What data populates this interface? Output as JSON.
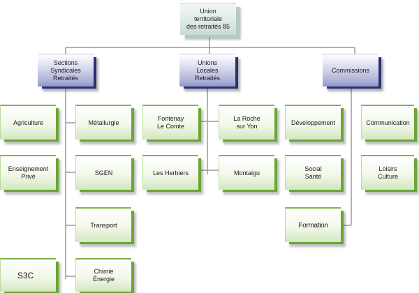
{
  "nodes": {
    "root": "Union\nterritoriale\ndes retraités 85",
    "sections": "Sections\nSyndicales\nRetraités",
    "unions": "Unions\nLocales\nRetraités",
    "commissions": "Commissions",
    "agriculture": "Agriculture",
    "metallurgie": "Métallurgie",
    "enseignement": "Enseignement\nPrivé",
    "sgen": "SGEN",
    "transport": "Transport",
    "s3c": "S3C",
    "chimie": "Chimie\nÉnergie",
    "fontenay": "Fontenay\nLe Comte",
    "laroche": "La Roche\nsur Yon",
    "herbiers": "Les Herbiers",
    "montaigu": "Montaigu",
    "developpement": "Développement",
    "communication": "Communication",
    "social": "Social\nSanté",
    "loisirs": "Loisirs\nCulture",
    "formation": "Formation"
  }
}
